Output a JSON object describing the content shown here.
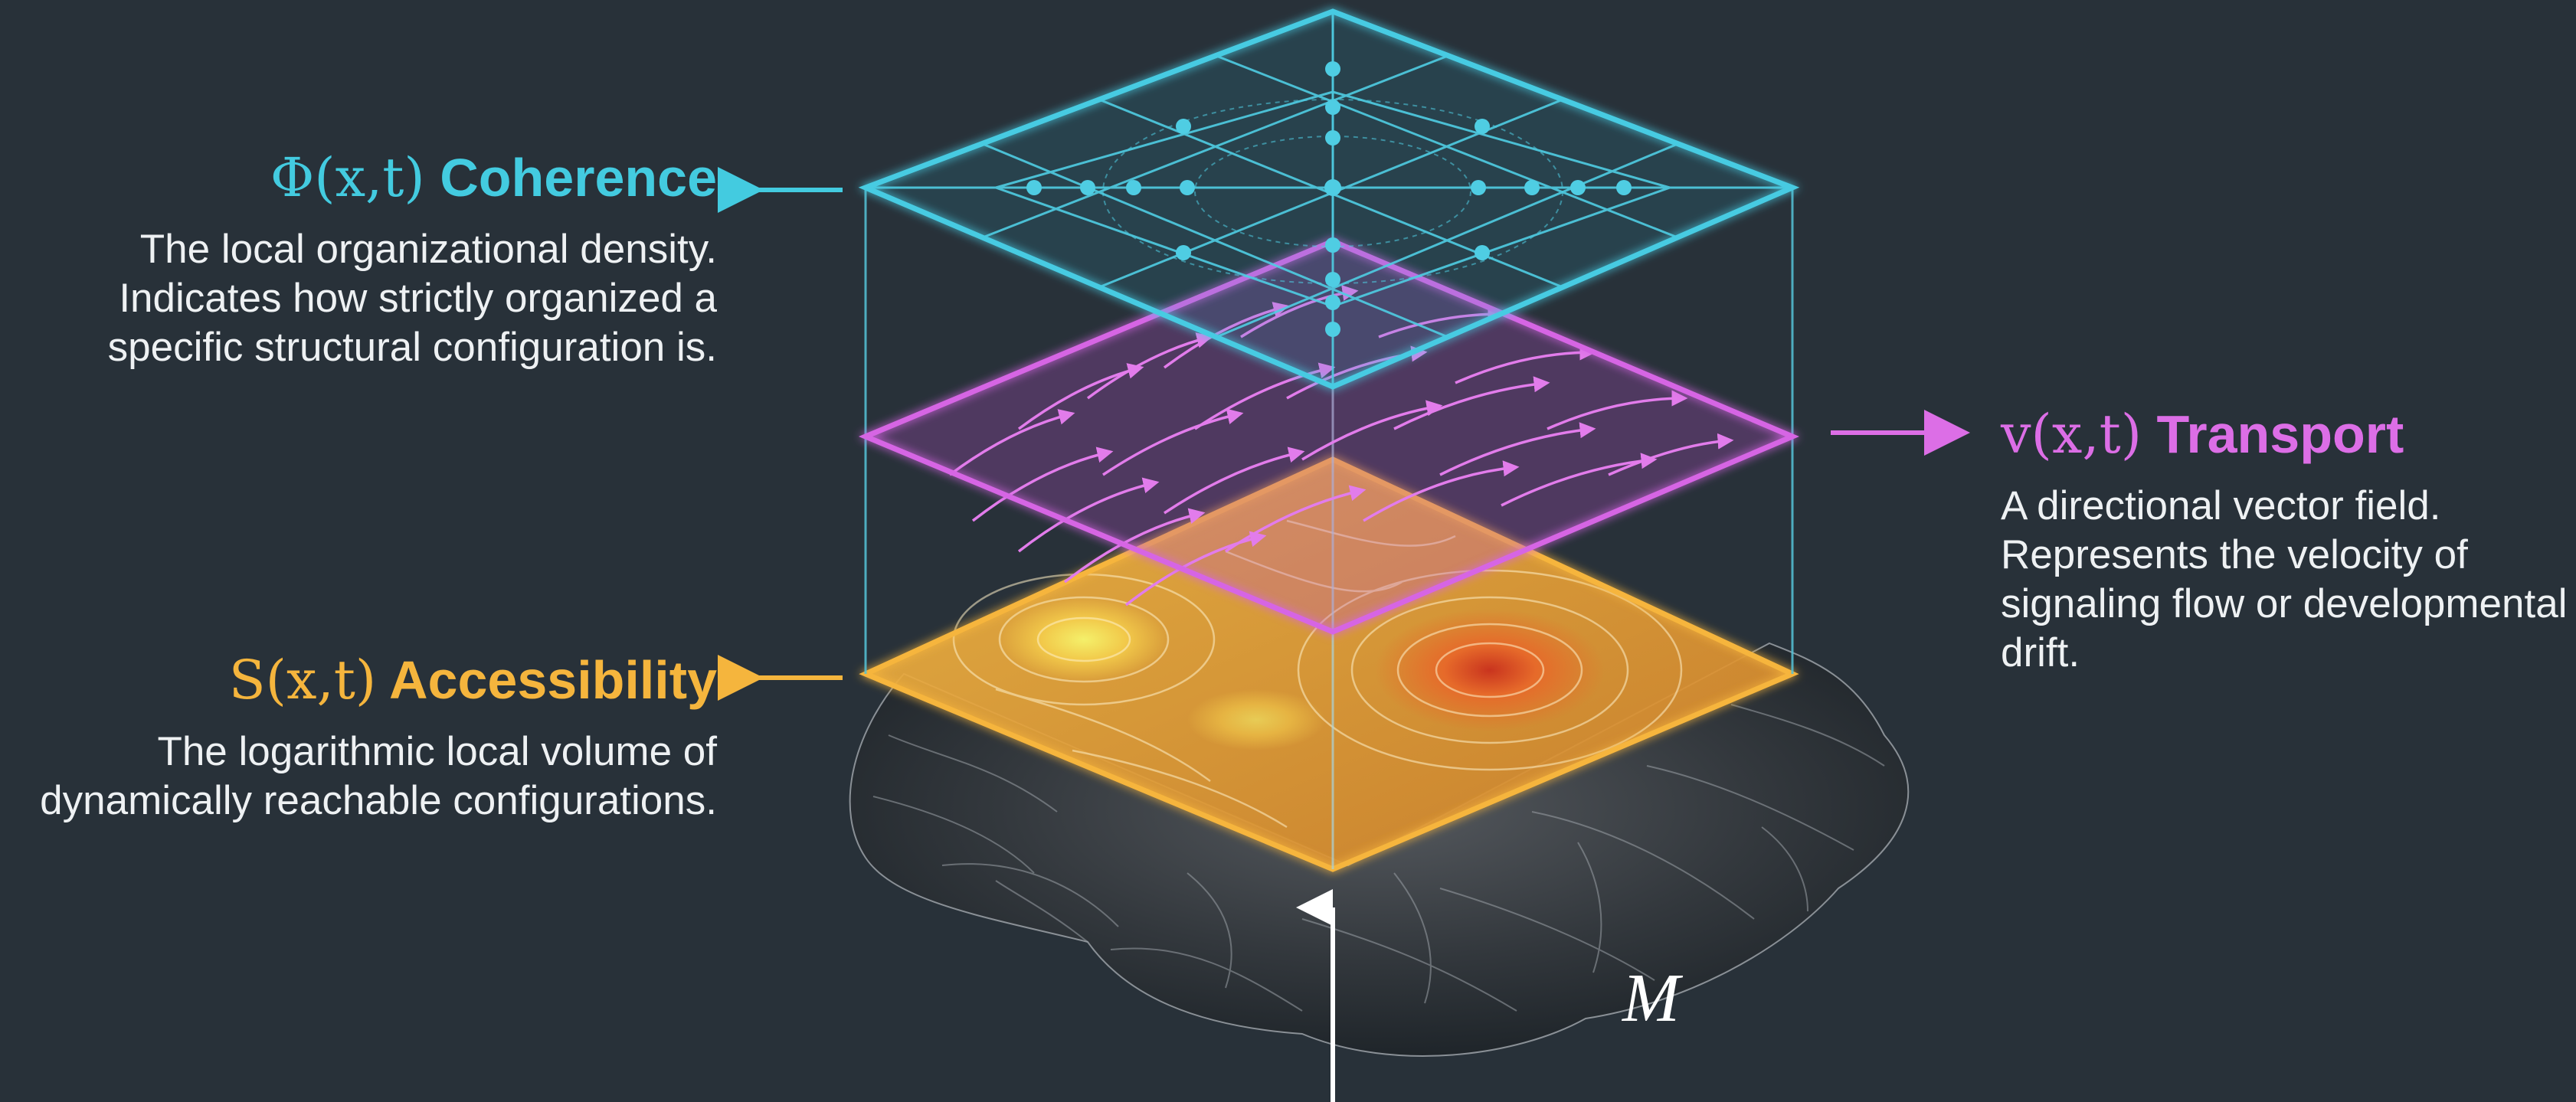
{
  "diagram": {
    "layers": [
      {
        "id": "coherence",
        "symbol": "Φ(x,t)",
        "name": "Coherence",
        "description": "The local organizational density. Indicates how strictly organized a specific structural configuration is.",
        "color": "#43cbe0"
      },
      {
        "id": "transport",
        "symbol": "v(x,t)",
        "name": "Transport",
        "description": "A directional vector field. Represents the velocity of signaling flow or developmental drift.",
        "color": "#dc6ee6"
      },
      {
        "id": "accessibility",
        "symbol": "S(x,t)",
        "name": "Accessibility",
        "description": "The logarithmic local volume of dynamically reachable configurations.",
        "color": "#f5b53d"
      }
    ],
    "manifold_label": "M",
    "background": "#283139"
  }
}
